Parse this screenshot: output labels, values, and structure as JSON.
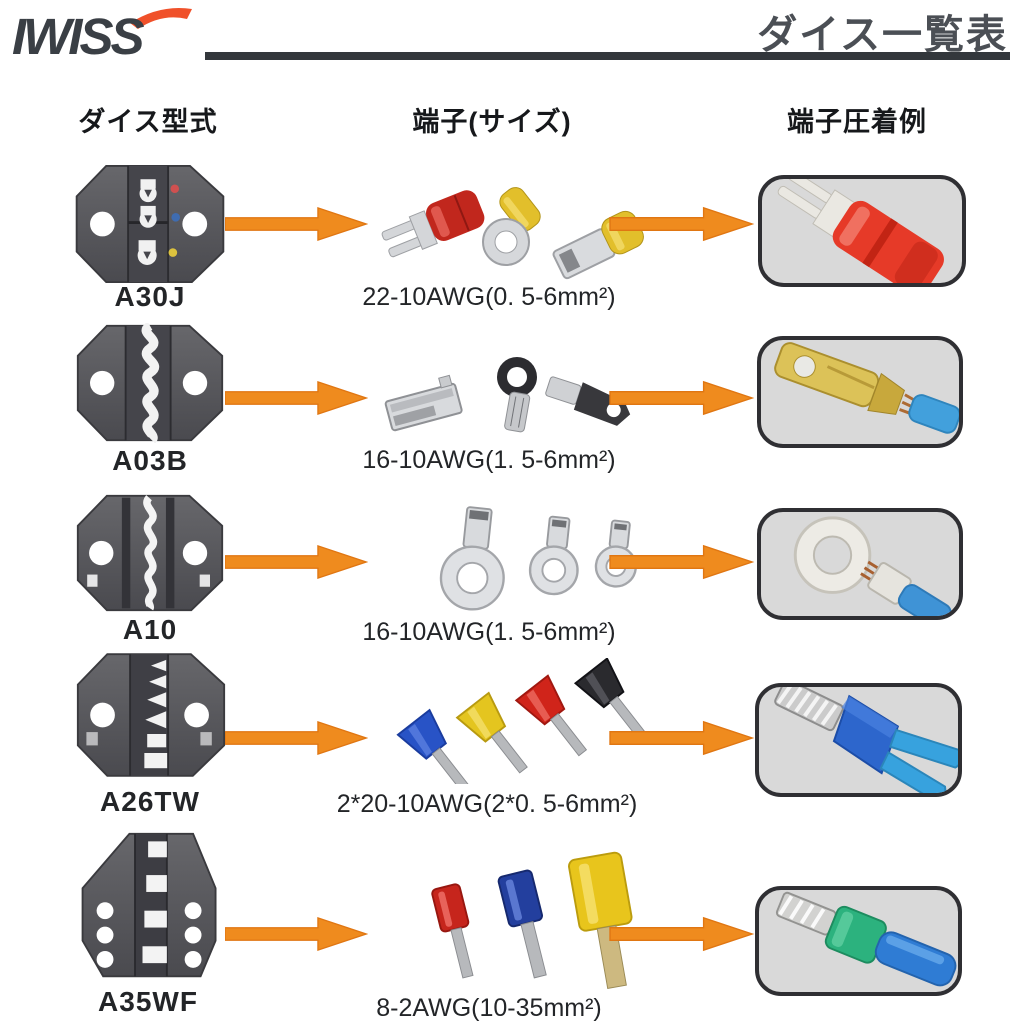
{
  "header": {
    "logo_text": "IWISS",
    "title": "ダイス一覧表"
  },
  "columns": {
    "die_type": "ダイス型式",
    "terminal_size": "端子(サイズ)",
    "crimp_example": "端子圧着例"
  },
  "rows": [
    {
      "die_label": "A30J",
      "size_label": "22-10AWG(0. 5-6mm²)",
      "terminal_image": "insulated fork, ring and female disconnect terminals (red / yellow sleeves)",
      "example_image": "fork terminal with red insulation crimped on wire"
    },
    {
      "die_label": "A03B",
      "size_label": "16-10AWG(1. 5-6mm²)",
      "terminal_image": "non-insulated female disconnect, ring and male spade terminals",
      "example_image": "brass male spade terminal crimped on blue wire"
    },
    {
      "die_label": "A10",
      "size_label": "16-10AWG(1. 5-6mm²)",
      "terminal_image": "three bare ring terminals, large to small",
      "example_image": "bare ring terminal crimped on blue wire"
    },
    {
      "die_label": "A26TW",
      "size_label": "2*20-10AWG(2*0. 5-6mm²)",
      "terminal_image": "twin wire ferrules (blue, yellow, red, black)",
      "example_image": "blue twin ferrule crimped on two blue wires"
    },
    {
      "die_label": "A35WF",
      "size_label": "8-2AWG(10-35mm²)",
      "terminal_image": "wire ferrules (red, blue, yellow), small to large",
      "example_image": "green ferrule crimped on blue wire"
    }
  ],
  "palette": {
    "accent_orange": "#EF8B1E",
    "logo_swoosh": "#F0512A",
    "charcoal": "#3A3F45",
    "die_gray": "#55555A",
    "example_box_bg": "#D9D9D9",
    "example_box_border": "#2F2F33"
  }
}
